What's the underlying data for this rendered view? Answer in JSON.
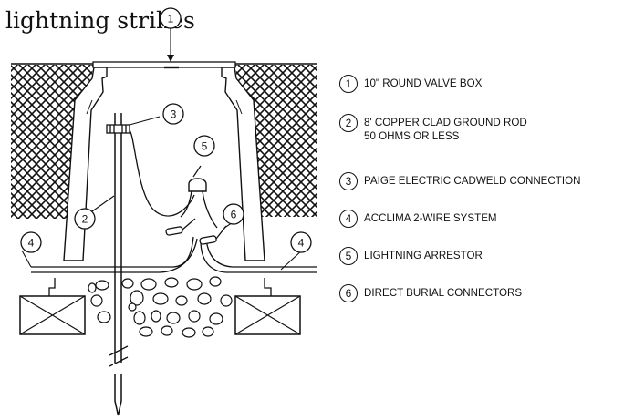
{
  "title": "lightning strikes",
  "callouts": {
    "c1": "1",
    "c2": "2",
    "c3": "3",
    "c4_left": "4",
    "c4_right": "4",
    "c5": "5",
    "c6": "6"
  },
  "legend": [
    {
      "num": "1",
      "text": "10\" ROUND VALVE BOX",
      "subtext": ""
    },
    {
      "num": "2",
      "text": "8' COPPER CLAD GROUND ROD",
      "subtext": "50 OHMS OR LESS"
    },
    {
      "num": "3",
      "text": "PAIGE ELECTRIC CADWELD CONNECTION",
      "subtext": ""
    },
    {
      "num": "4",
      "text": "ACCLIMA 2-WIRE SYSTEM",
      "subtext": ""
    },
    {
      "num": "5",
      "text": "LIGHTNING ARRESTOR",
      "subtext": ""
    },
    {
      "num": "6",
      "text": "DIRECT BURIAL CONNECTORS",
      "subtext": ""
    }
  ]
}
